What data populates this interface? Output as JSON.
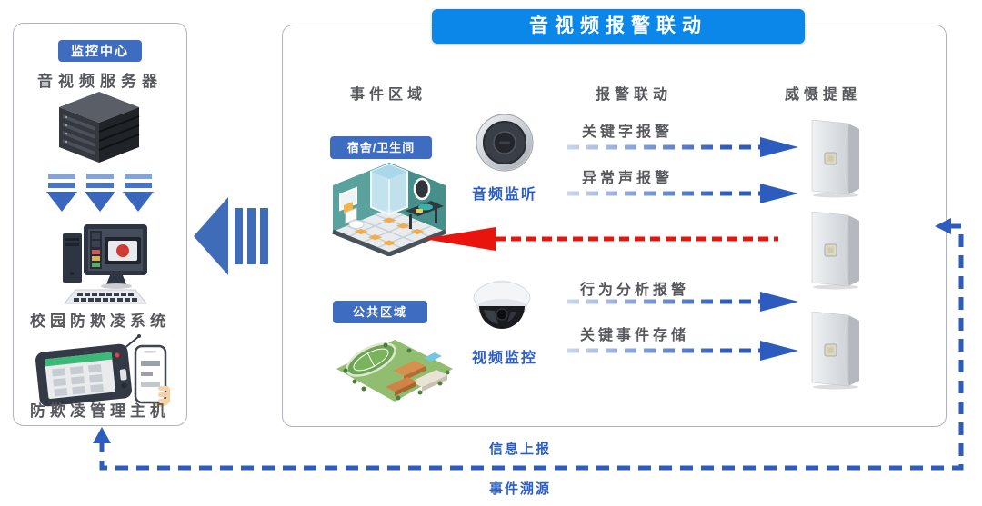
{
  "diagram": {
    "title": "音视频报警联动"
  },
  "left_panel": {
    "badge": "监控中心",
    "server_label": "音视频服务器",
    "system_label": "校园防欺凌系统",
    "host_label": "防欺凌管理主机"
  },
  "right_panel": {
    "columns": {
      "event_area": "事件区域",
      "alarm_linkage": "报警联动",
      "deterrence": "威慑提醒"
    },
    "areas": {
      "dorm": {
        "badge": "宿舍/卫生间",
        "device_label": "音频监听"
      },
      "public": {
        "badge": "公共区域",
        "device_label": "视频监控"
      }
    },
    "alarms": {
      "keyword": "关键字报警",
      "abnormal_sound": "异常声报警",
      "behavior": "行为分析报警",
      "event_storage": "关键事件存储"
    }
  },
  "flows": {
    "report": "信息上报",
    "trace": "事件溯源"
  },
  "colors": {
    "title_blue": "#0b87e9",
    "badge_blue": "#3e6cc0",
    "link_blue": "#2c5cbe",
    "alert_red": "#e9150d",
    "text_gray": "#57585c",
    "label_blue": "#2b5ec5",
    "arrow_blue": "#3f6cb8"
  }
}
